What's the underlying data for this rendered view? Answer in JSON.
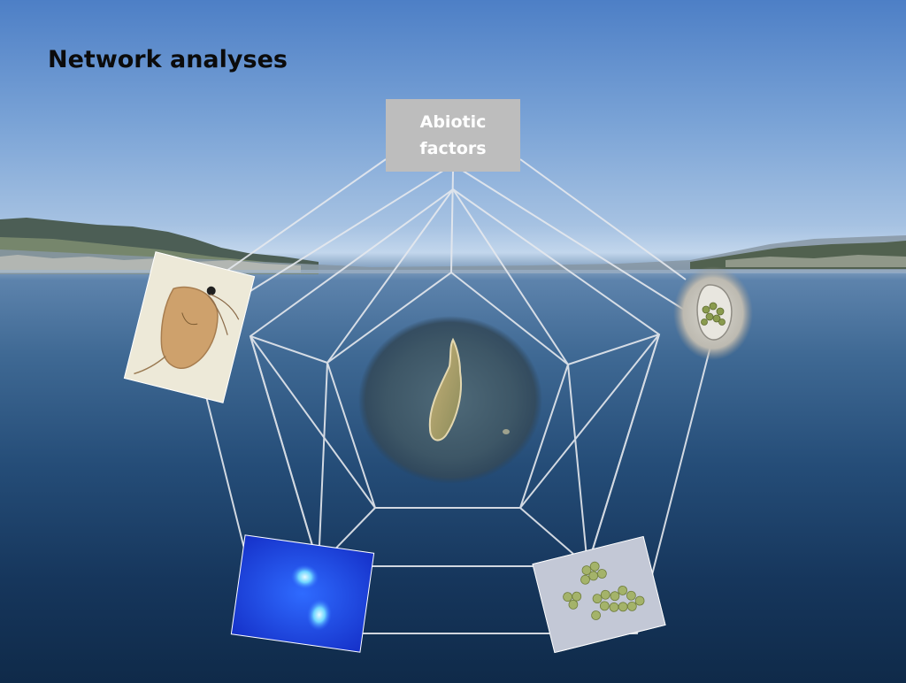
{
  "slide": {
    "title": "Network analyses",
    "center_node_label": "Abiotic\nfactors"
  },
  "nodes": [
    {
      "id": "abiotic-factors",
      "kind": "label-box"
    },
    {
      "id": "ciliate-center",
      "kind": "micrograph"
    },
    {
      "id": "daphnia",
      "kind": "micrograph"
    },
    {
      "id": "green-ciliate",
      "kind": "micrograph"
    },
    {
      "id": "green-algae-colony",
      "kind": "micrograph"
    },
    {
      "id": "fluorescent-cells",
      "kind": "micrograph"
    }
  ],
  "colors": {
    "sky_top": "#4d7fc6",
    "water_deep": "#0f2a49",
    "network_lines": "#e6e9ee",
    "label_box": "#bdbdbd",
    "fluorescent_blue": "#1f4bff"
  }
}
